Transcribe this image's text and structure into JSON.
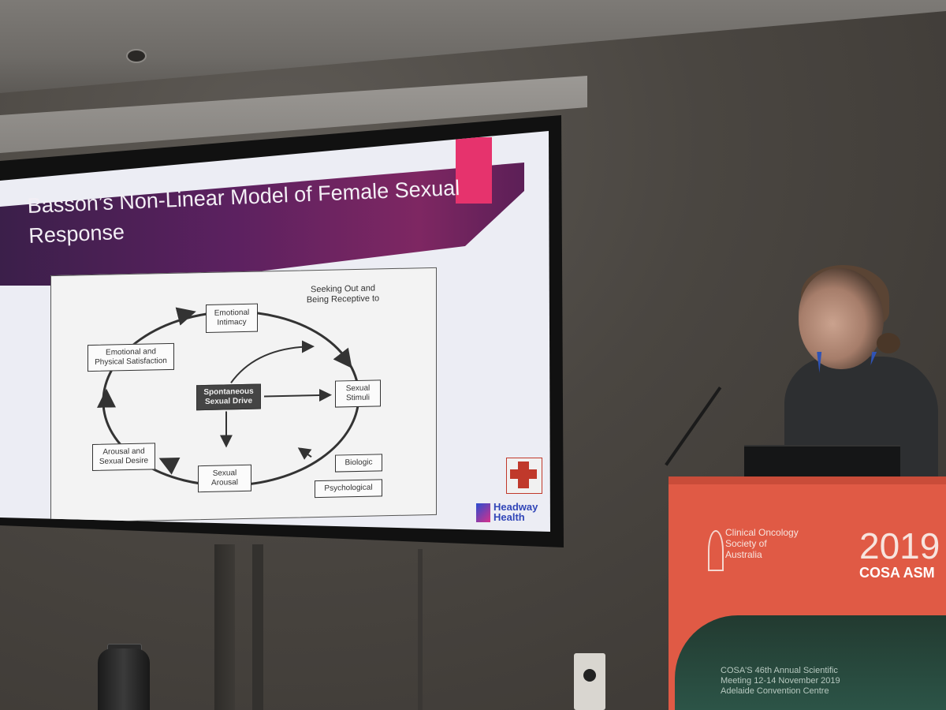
{
  "slide": {
    "title": "Basson’s Non-Linear Model of Female Sexual Response",
    "diagram": {
      "note": "Seeking Out and Being Receptive to",
      "nodes": {
        "emotional_intimacy": "Emotional Intimacy",
        "emotional_physical_satisfaction": "Emotional and Physical Satisfaction",
        "spontaneous_sexual_drive": "Spontaneous Sexual Drive",
        "sexual_stimuli": "Sexual Stimuli",
        "arousal_sexual_desire": "Arousal and Sexual Desire",
        "sexual_arousal": "Sexual Arousal",
        "biologic": "Biologic",
        "psychological": "Psychological"
      }
    },
    "logo_text": "Headway Health"
  },
  "podium": {
    "org": "Clinical Oncology Society of Australia",
    "year": "2019",
    "event": "COSA ASM",
    "meeting": "COSA'S 46th Annual Scientific Meeting 12-14 November 2019 Adelaide Convention Centre"
  },
  "colors": {
    "banner_purple": "#5c2160",
    "accent_pink": "#e6336d",
    "podium_coral": "#e05a45",
    "podium_green": "#2c5447"
  }
}
